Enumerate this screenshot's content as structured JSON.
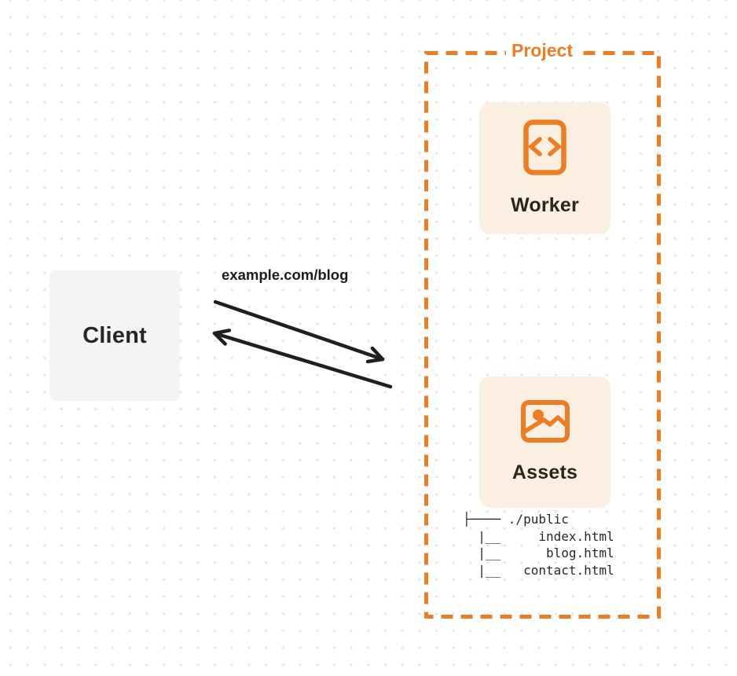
{
  "diagram": {
    "client": {
      "label": "Client"
    },
    "request_label": "example.com/blog",
    "project": {
      "label": "Project",
      "worker": {
        "label": "Worker",
        "icon": "code-file-icon"
      },
      "assets": {
        "label": "Assets",
        "icon": "image-icon"
      },
      "file_tree": {
        "lines": [
          "├──── ./public",
          "  |__     index.html",
          "  |__      blog.html",
          "  |__   contact.html"
        ]
      }
    },
    "colors": {
      "accent_orange": "#ed7d23",
      "card_background": "#fbefe1",
      "client_background": "#f4f4f5",
      "ink": "#27272a",
      "arrow": "#1f1f1f",
      "dot_grid": "#e4e4e6"
    }
  }
}
